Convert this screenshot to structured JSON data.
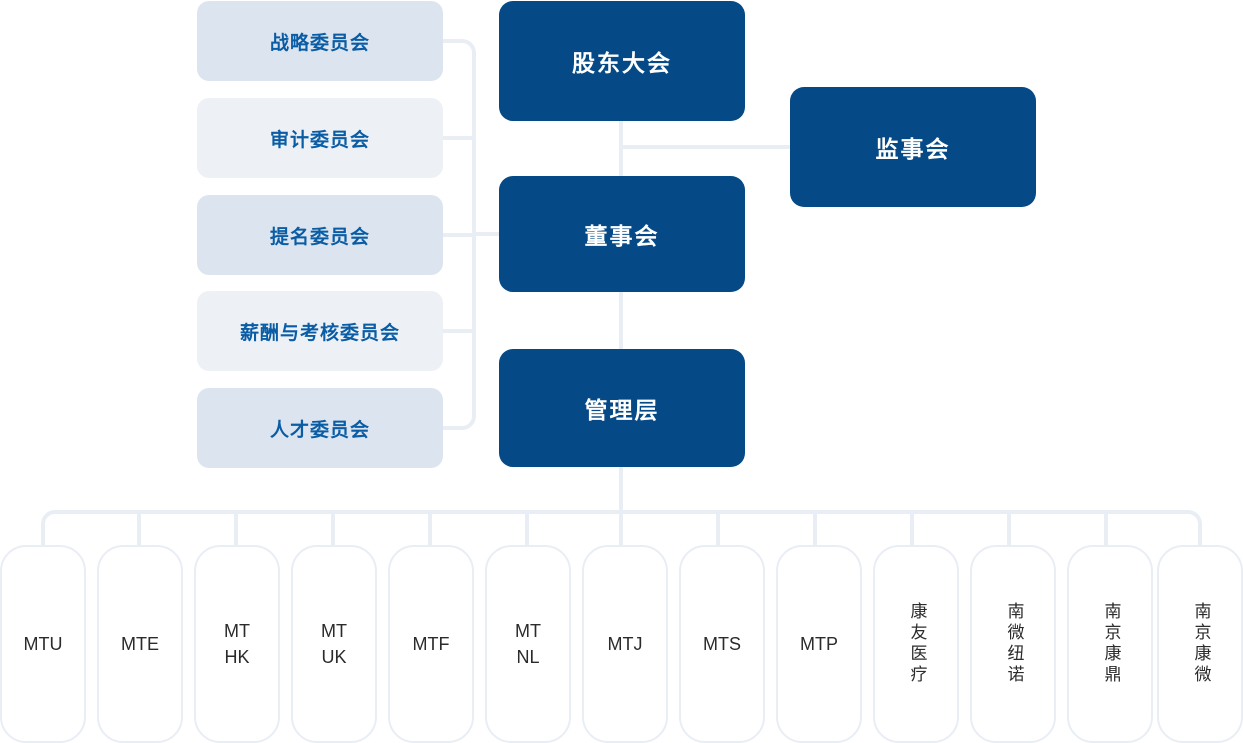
{
  "colors": {
    "primary_dark_blue": "#054a86",
    "committee_tint_a": "#dce5ef",
    "committee_tint_b": "#edf1f6",
    "committee_text": "#0a5da5",
    "connector_line": "#e9eef5",
    "subsidiary_border": "#e9eef5",
    "subsidiary_text": "#2b2b2b",
    "background": "#ffffff"
  },
  "governance": {
    "shareholders": "股东大会",
    "board": "董事会",
    "management": "管理层",
    "supervisors": "监事会"
  },
  "committees": [
    {
      "label": "战略委员会"
    },
    {
      "label": "审计委员会"
    },
    {
      "label": "提名委员会"
    },
    {
      "label": "薪酬与考核委员会"
    },
    {
      "label": "人才委员会"
    }
  ],
  "subsidiaries": [
    {
      "label": "MTU",
      "orientation": "horizontal"
    },
    {
      "label": "MTE",
      "orientation": "horizontal"
    },
    {
      "label": "MT\nHK",
      "orientation": "horizontal"
    },
    {
      "label": "MT\nUK",
      "orientation": "horizontal"
    },
    {
      "label": "MTF",
      "orientation": "horizontal"
    },
    {
      "label": "MT\nNL",
      "orientation": "horizontal"
    },
    {
      "label": "MTJ",
      "orientation": "horizontal"
    },
    {
      "label": "MTS",
      "orientation": "horizontal"
    },
    {
      "label": "MTP",
      "orientation": "horizontal"
    },
    {
      "label": "康友医疗",
      "orientation": "vertical"
    },
    {
      "label": "南微纽诺",
      "orientation": "vertical"
    },
    {
      "label": "南京康鼎",
      "orientation": "vertical"
    },
    {
      "label": "南京康微",
      "orientation": "vertical"
    }
  ]
}
